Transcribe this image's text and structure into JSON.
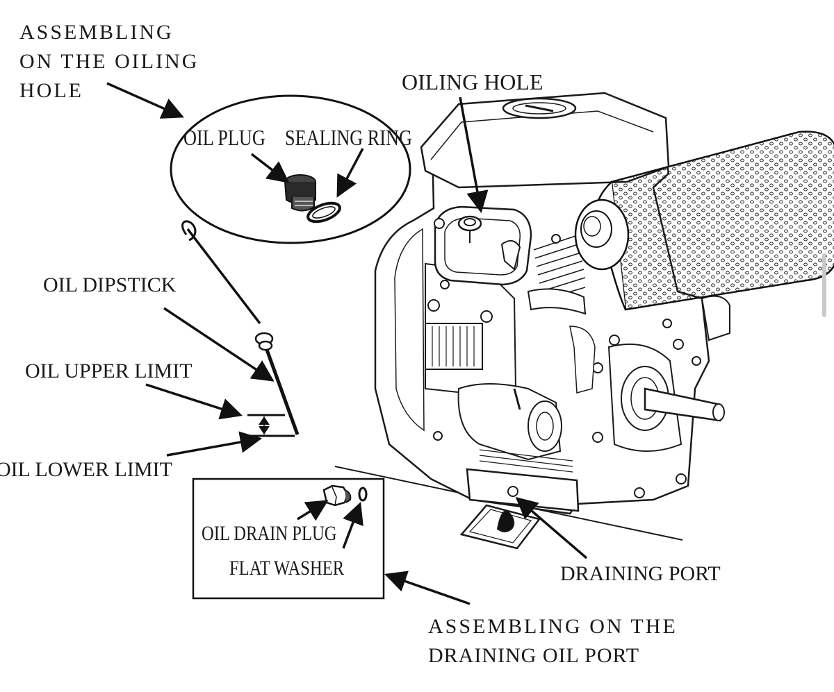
{
  "labels": {
    "assembling_oiling_hole": [
      "ASSEMBLING",
      "ON THE OILING",
      "HOLE"
    ],
    "oil_plug": "OIL PLUG",
    "sealing_ring": "SEALING RING",
    "oiling_hole": "OILING HOLE",
    "oil_dipstick": "OIL DIPSTICK",
    "oil_upper_limit": "OIL UPPER LIMIT",
    "oil_lower_limit": "OIL LOWER LIMIT",
    "oil_drain_plug": "OIL DRAIN PLUG",
    "flat_washer": "FLAT WASHER",
    "draining_port": "DRAINING PORT",
    "assembling_draining_port": [
      "ASSEMBLING ON THE",
      "DRAINING OIL PORT"
    ]
  },
  "colors": {
    "line": "#1a1a1a",
    "paper": "#ffffff"
  }
}
